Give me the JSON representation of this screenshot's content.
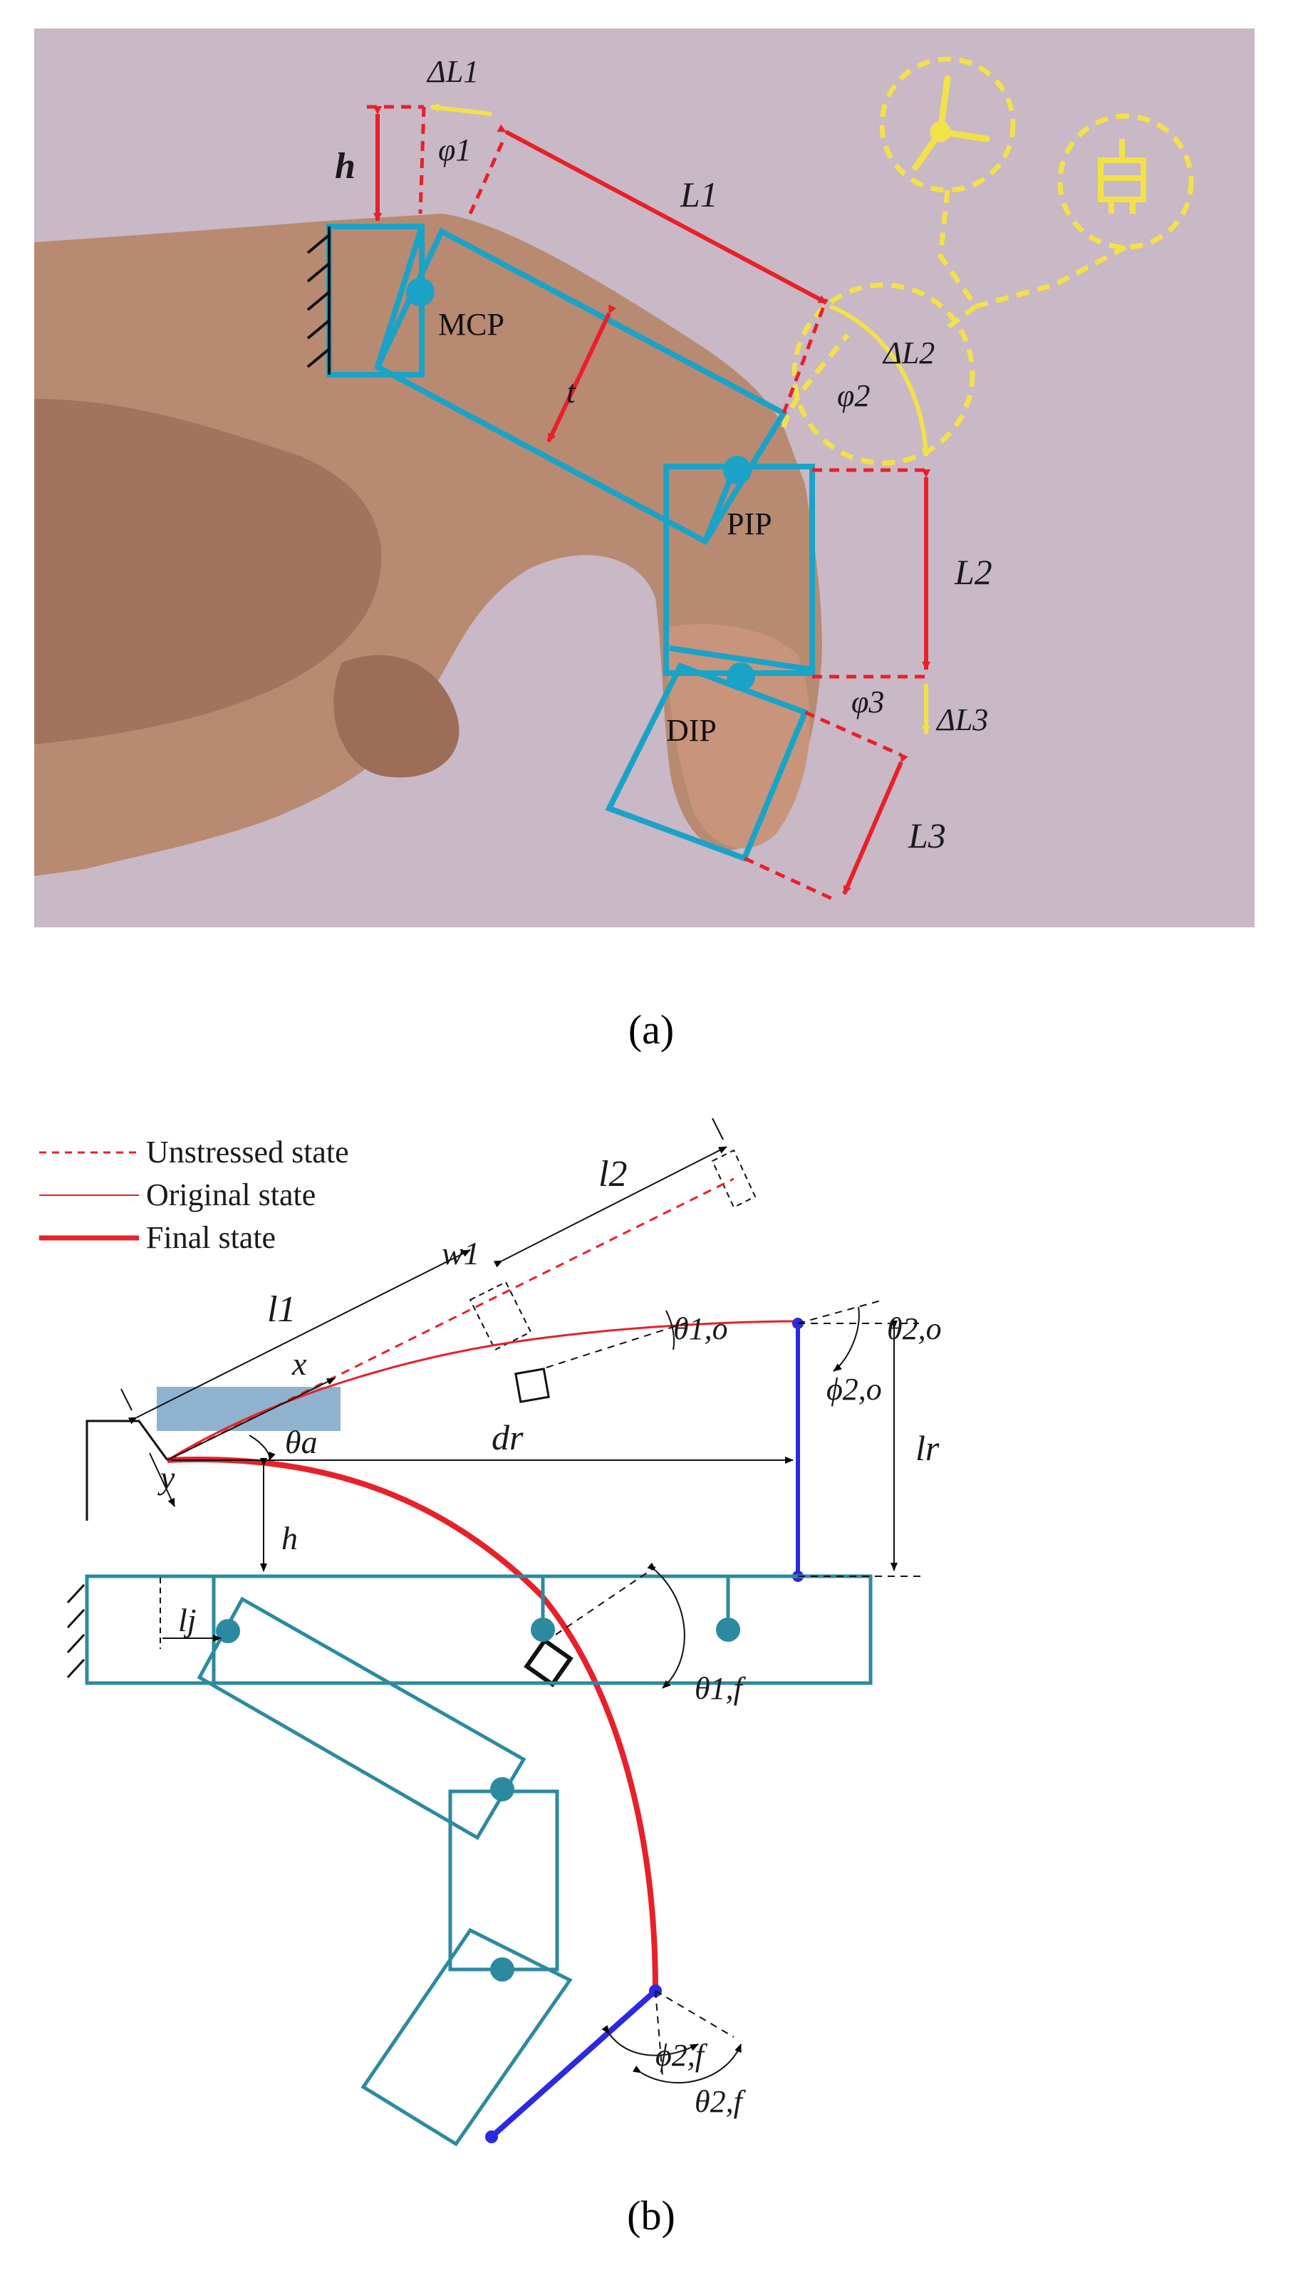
{
  "panel_a": {
    "caption": "(a)",
    "joints": {
      "mcp": "MCP",
      "pip": "PIP",
      "dip": "DIP"
    },
    "labels": {
      "h": "h",
      "t": "t",
      "dL1": "ΔL1",
      "phi1": "φ1",
      "L1": "L1",
      "phi2": "φ2",
      "dL2": "ΔL2",
      "L2": "L2",
      "phi3": "φ3",
      "dL3": "ΔL3",
      "L3": "L3"
    },
    "icons": [
      "clock-icon",
      "motor-icon"
    ],
    "colors": {
      "background": "#c9b8c6",
      "frame": "#1aa3c7",
      "dimension": "#e8202a",
      "yellow": "#f2e24a"
    }
  },
  "panel_b": {
    "caption": "(b)",
    "legend": [
      {
        "label": "Unstressed state",
        "style": "dashed"
      },
      {
        "label": "Original state",
        "style": "thin"
      },
      {
        "label": "Final state",
        "style": "thick"
      }
    ],
    "labels": {
      "l2": "l2",
      "w1": "w1",
      "l1": "l1",
      "x": "x",
      "y": "y",
      "theta_a": "θa",
      "theta_1o": "θ1,o",
      "theta_2o": "θ2,o",
      "phi_2o": "ϕ2,o",
      "d_r": "dr",
      "l_r": "lr",
      "h": "h",
      "l_j": "lj",
      "theta_1f": "θ1,f",
      "phi_2f": "ϕ2,f",
      "theta_2f": "θ2,f"
    },
    "colors": {
      "curve": "#e8202a",
      "frame": "#2c8aa0",
      "rod": "#2a2ae0",
      "dim": "#000000"
    }
  }
}
